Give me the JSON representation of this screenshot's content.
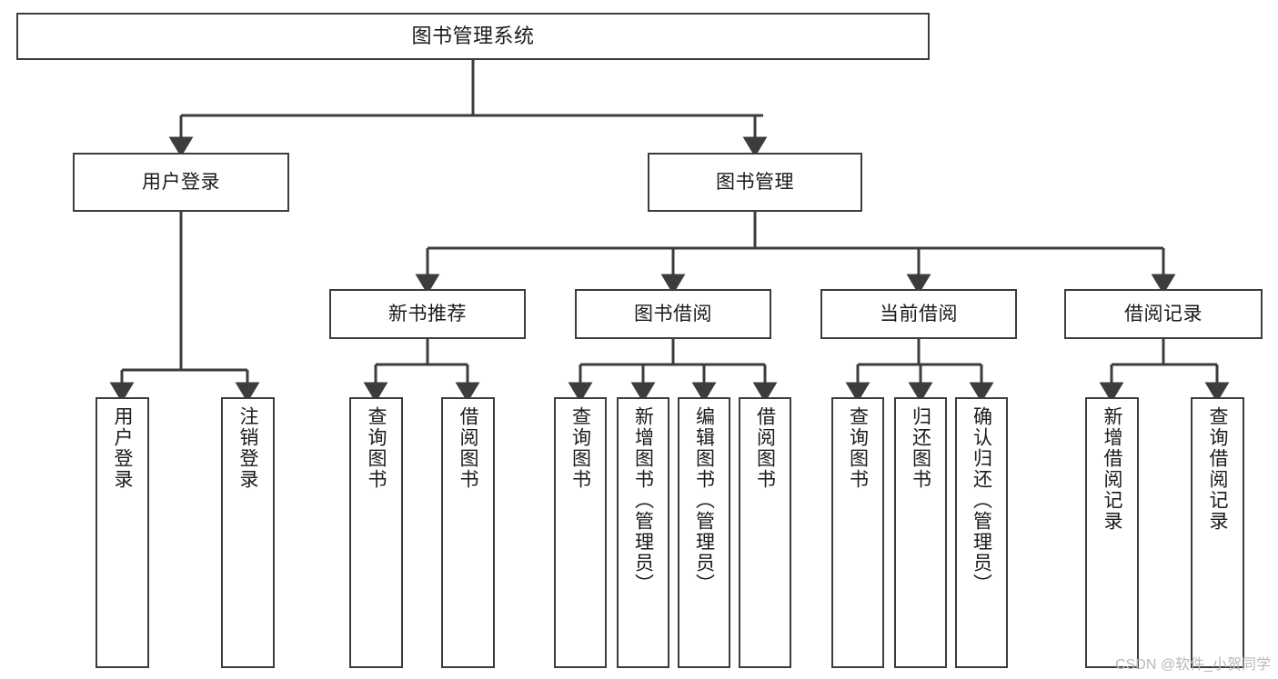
{
  "diagram": {
    "type": "tree-hierarchy",
    "title": "图书管理系统",
    "orientation": "top-down",
    "colors": {
      "node_border": "#3c3c3c",
      "node_fill": "#ffffff",
      "edge": "#3c3c3c",
      "text": "#1a1a1a",
      "watermark": "#b9b9b9",
      "background": "#ffffff"
    },
    "nodes": {
      "root": {
        "label": "图书管理系统"
      },
      "level2": [
        {
          "label": "用户登录"
        },
        {
          "label": "图书管理"
        }
      ],
      "level3": [
        {
          "label": "新书推荐"
        },
        {
          "label": "图书借阅"
        },
        {
          "label": "当前借阅"
        },
        {
          "label": "借阅记录"
        }
      ],
      "leaves": {
        "user_login": [
          {
            "label": "用户登录"
          },
          {
            "label": "注销登录"
          }
        ],
        "new_book_recommend": [
          {
            "label": "查询图书"
          },
          {
            "label": "借阅图书"
          }
        ],
        "book_borrow": [
          {
            "label": "查询图书"
          },
          {
            "label": "新增图书（管理员）"
          },
          {
            "label": "编辑图书（管理员）"
          },
          {
            "label": "借阅图书"
          }
        ],
        "current_borrow": [
          {
            "label": "查询图书"
          },
          {
            "label": "归还图书"
          },
          {
            "label": "确认归还（管理员）"
          }
        ],
        "borrow_record": [
          {
            "label": "新增借阅记录"
          },
          {
            "label": "查询借阅记录"
          }
        ]
      }
    },
    "watermark": "CSDN @软件_小贺同学"
  }
}
